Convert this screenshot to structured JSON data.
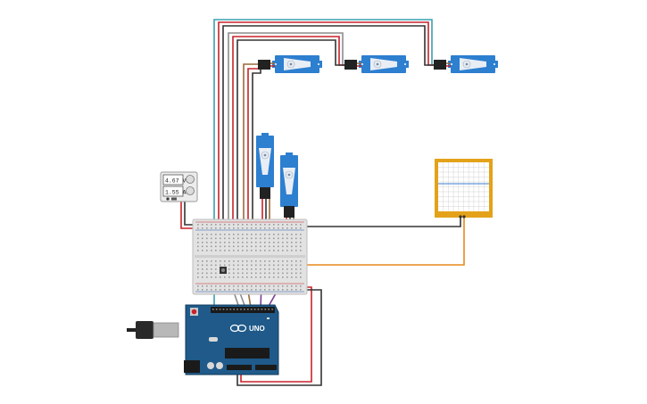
{
  "power_supply": {
    "voltage_readout": "4.67 V",
    "current_readout": "1.55 A"
  },
  "arduino": {
    "logo_text": "UNO"
  },
  "colors": {
    "wire_red": "#c8222b",
    "wire_black": "#333333",
    "wire_orange": "#e8891c",
    "wire_brown": "#9a6a3a",
    "wire_purple": "#7a3c9a",
    "wire_gray": "#8c8c8c",
    "wire_teal": "#3aa0b0",
    "servo_blue": "#2d7fd0",
    "servo_white": "#e9eef5",
    "breadboard": "#e2e2e2",
    "arduino_blue": "#1f5a8a",
    "oscilloscope_frame": "#e3a21a",
    "oscilloscope_trace": "#3a7fd0"
  },
  "icons": {
    "servo": "servo-motor-icon",
    "scope": "oscilloscope-icon",
    "arduino": "arduino-uno-icon",
    "supply": "power-supply-icon"
  }
}
